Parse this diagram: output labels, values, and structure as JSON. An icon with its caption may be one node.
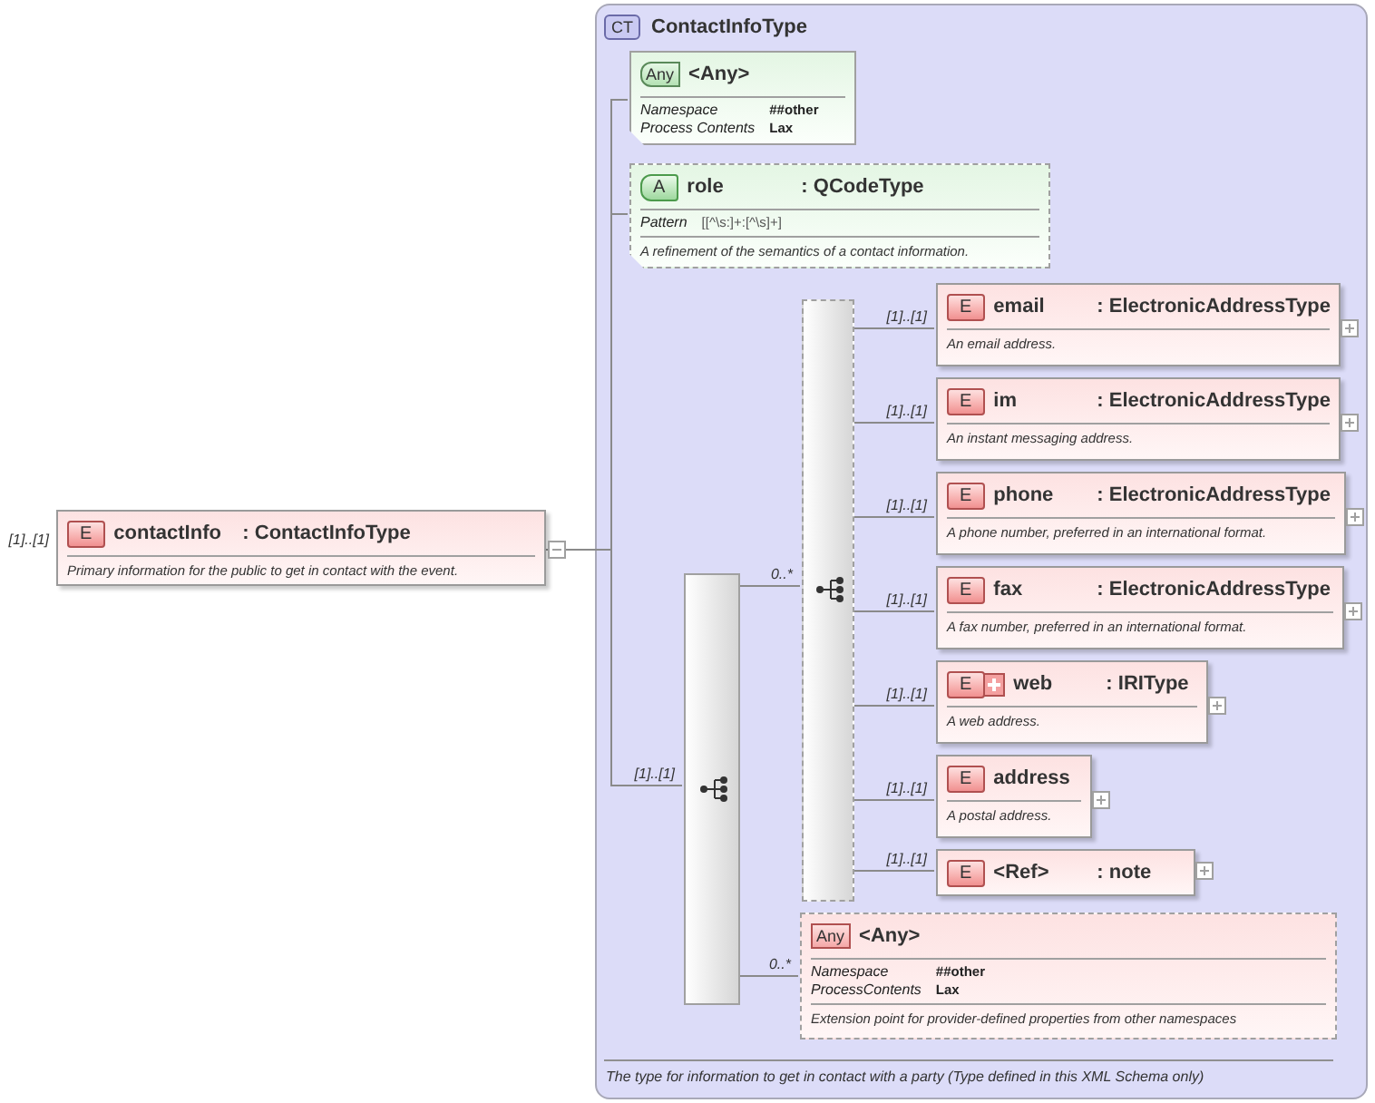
{
  "diagram": {
    "nodes": [
      {
        "text": [
          "E",
          "contactInfo",
          ": ContactInfoType",
          "Primary information for the public to get in contact with the event."
        ],
        "beside": [
          "[1]..[1]"
        ]
      },
      {
        "text": [
          "CT",
          "ContactInfoType",
          "The type for information to get in contact with a party (Type defined in this XML Schema only)"
        ]
      },
      {
        "text": [
          "Any",
          "<Any>",
          "Namespace",
          "##other",
          "Process Contents",
          "Lax"
        ],
        "in": 1
      },
      {
        "text": [
          "A",
          "role",
          ": QCodeType",
          "Pattern",
          "[[^\\s:]+:[^\\s]+]",
          "A refinement of the semantics of a contact information."
        ],
        "in": 1
      },
      {
        "text": [],
        "shape": "bar",
        "in": 1
      },
      {
        "text": [],
        "shape": "bar",
        "in": 1
      },
      {
        "text": [
          "E",
          "email",
          ": ElectronicAddressType",
          "An email address."
        ],
        "in": 1
      },
      {
        "text": [
          "E",
          "im",
          ": ElectronicAddressType",
          "An instant messaging address."
        ],
        "in": 1
      },
      {
        "text": [
          "E",
          "phone",
          ": ElectronicAddressType",
          "A phone number, preferred in an international format."
        ],
        "in": 1
      },
      {
        "text": [
          "E",
          "fax",
          ": ElectronicAddressType",
          "A fax number, preferred in an international format."
        ],
        "in": 1
      },
      {
        "text": [
          "E",
          "web",
          ": IRIType",
          "A web address."
        ],
        "in": 1
      },
      {
        "text": [
          "E",
          "address",
          "A postal address."
        ],
        "in": 1
      },
      {
        "text": [
          "E",
          "<Ref>",
          ": note"
        ],
        "in": 1
      },
      {
        "text": [
          "Any",
          "<Any>",
          "Namespace",
          "##other",
          "ProcessContents",
          "Lax",
          "Extension point for provider-defined properties from other namespaces"
        ],
        "in": 1
      }
    ],
    "edges": [
      {
        "from": 0,
        "to": 2,
        "arrow": "none"
      },
      {
        "from": 0,
        "to": 3,
        "arrow": "none"
      },
      {
        "from": 0,
        "to": 4,
        "arrow": "none",
        "label": "[1]..[1]"
      },
      {
        "from": 4,
        "to": 5,
        "arrow": "none",
        "label": "0..*"
      },
      {
        "from": 4,
        "to": 13,
        "arrow": "none",
        "label": "0..*"
      },
      {
        "from": 5,
        "to": 6,
        "arrow": "none",
        "label": "[1]..[1]"
      },
      {
        "from": 5,
        "to": 7,
        "arrow": "none",
        "label": "[1]..[1]"
      },
      {
        "from": 5,
        "to": 8,
        "arrow": "none",
        "label": "[1]..[1]"
      },
      {
        "from": 5,
        "to": 9,
        "arrow": "none",
        "label": "[1]..[1]"
      },
      {
        "from": 5,
        "to": 10,
        "arrow": "none",
        "label": "[1]..[1]"
      },
      {
        "from": 5,
        "to": 11,
        "arrow": "none",
        "label": "[1]..[1]"
      },
      {
        "from": 5,
        "to": 12,
        "arrow": "none",
        "label": "[1]..[1]"
      }
    ]
  }
}
